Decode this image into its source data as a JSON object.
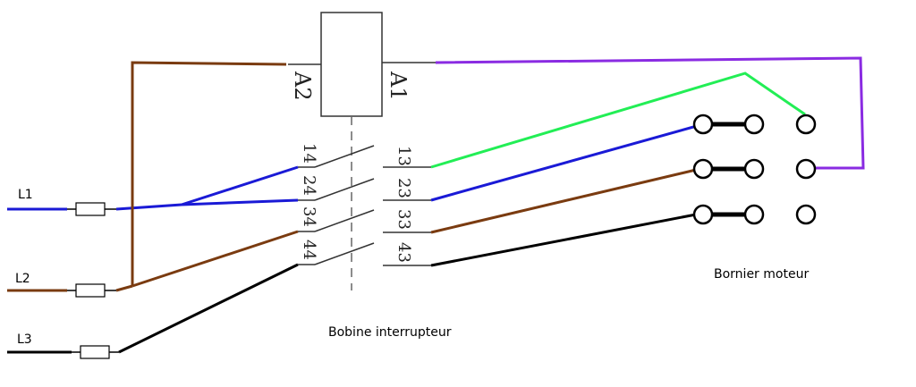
{
  "lines": {
    "l1": "L1",
    "l2": "L2",
    "l3": "L3"
  },
  "coil": {
    "a1": "A1",
    "a2": "A2",
    "caption": "Bobine interrupteur"
  },
  "contacts": {
    "left": [
      "14",
      "24",
      "34",
      "44"
    ],
    "right": [
      "13",
      "23",
      "33",
      "43"
    ]
  },
  "terminal_block": {
    "caption": "Bornier moteur"
  },
  "colors": {
    "phase1": "#1a1ad6",
    "phase2": "#7a3b10",
    "phase3": "#000000",
    "control": "#22ee55",
    "neutral_return": "#8a2be2"
  }
}
